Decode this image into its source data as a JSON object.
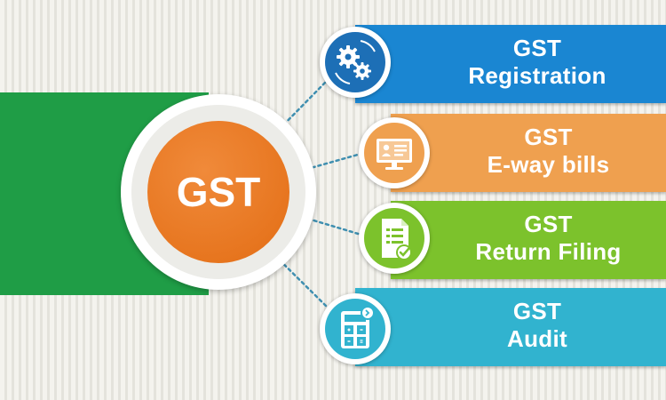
{
  "colors": {
    "green": "#1f9d46",
    "orange": "#e8731a",
    "blue": "#1a86d2",
    "peach": "#efa04f",
    "lime": "#7cc22c",
    "teal": "#31b3cf",
    "icon_blue": "#1d6fb6",
    "connector": "#3f8fb0"
  },
  "hub": {
    "label": "GST"
  },
  "items": [
    {
      "line1": "GST",
      "line2": "Registration",
      "icon": "gears-icon"
    },
    {
      "line1": "GST",
      "line2": "E-way bills",
      "icon": "monitor-profile-icon"
    },
    {
      "line1": "GST",
      "line2": "Return Filing",
      "icon": "checklist-document-icon"
    },
    {
      "line1": "GST",
      "line2": "Audit",
      "icon": "calculator-icon"
    }
  ]
}
